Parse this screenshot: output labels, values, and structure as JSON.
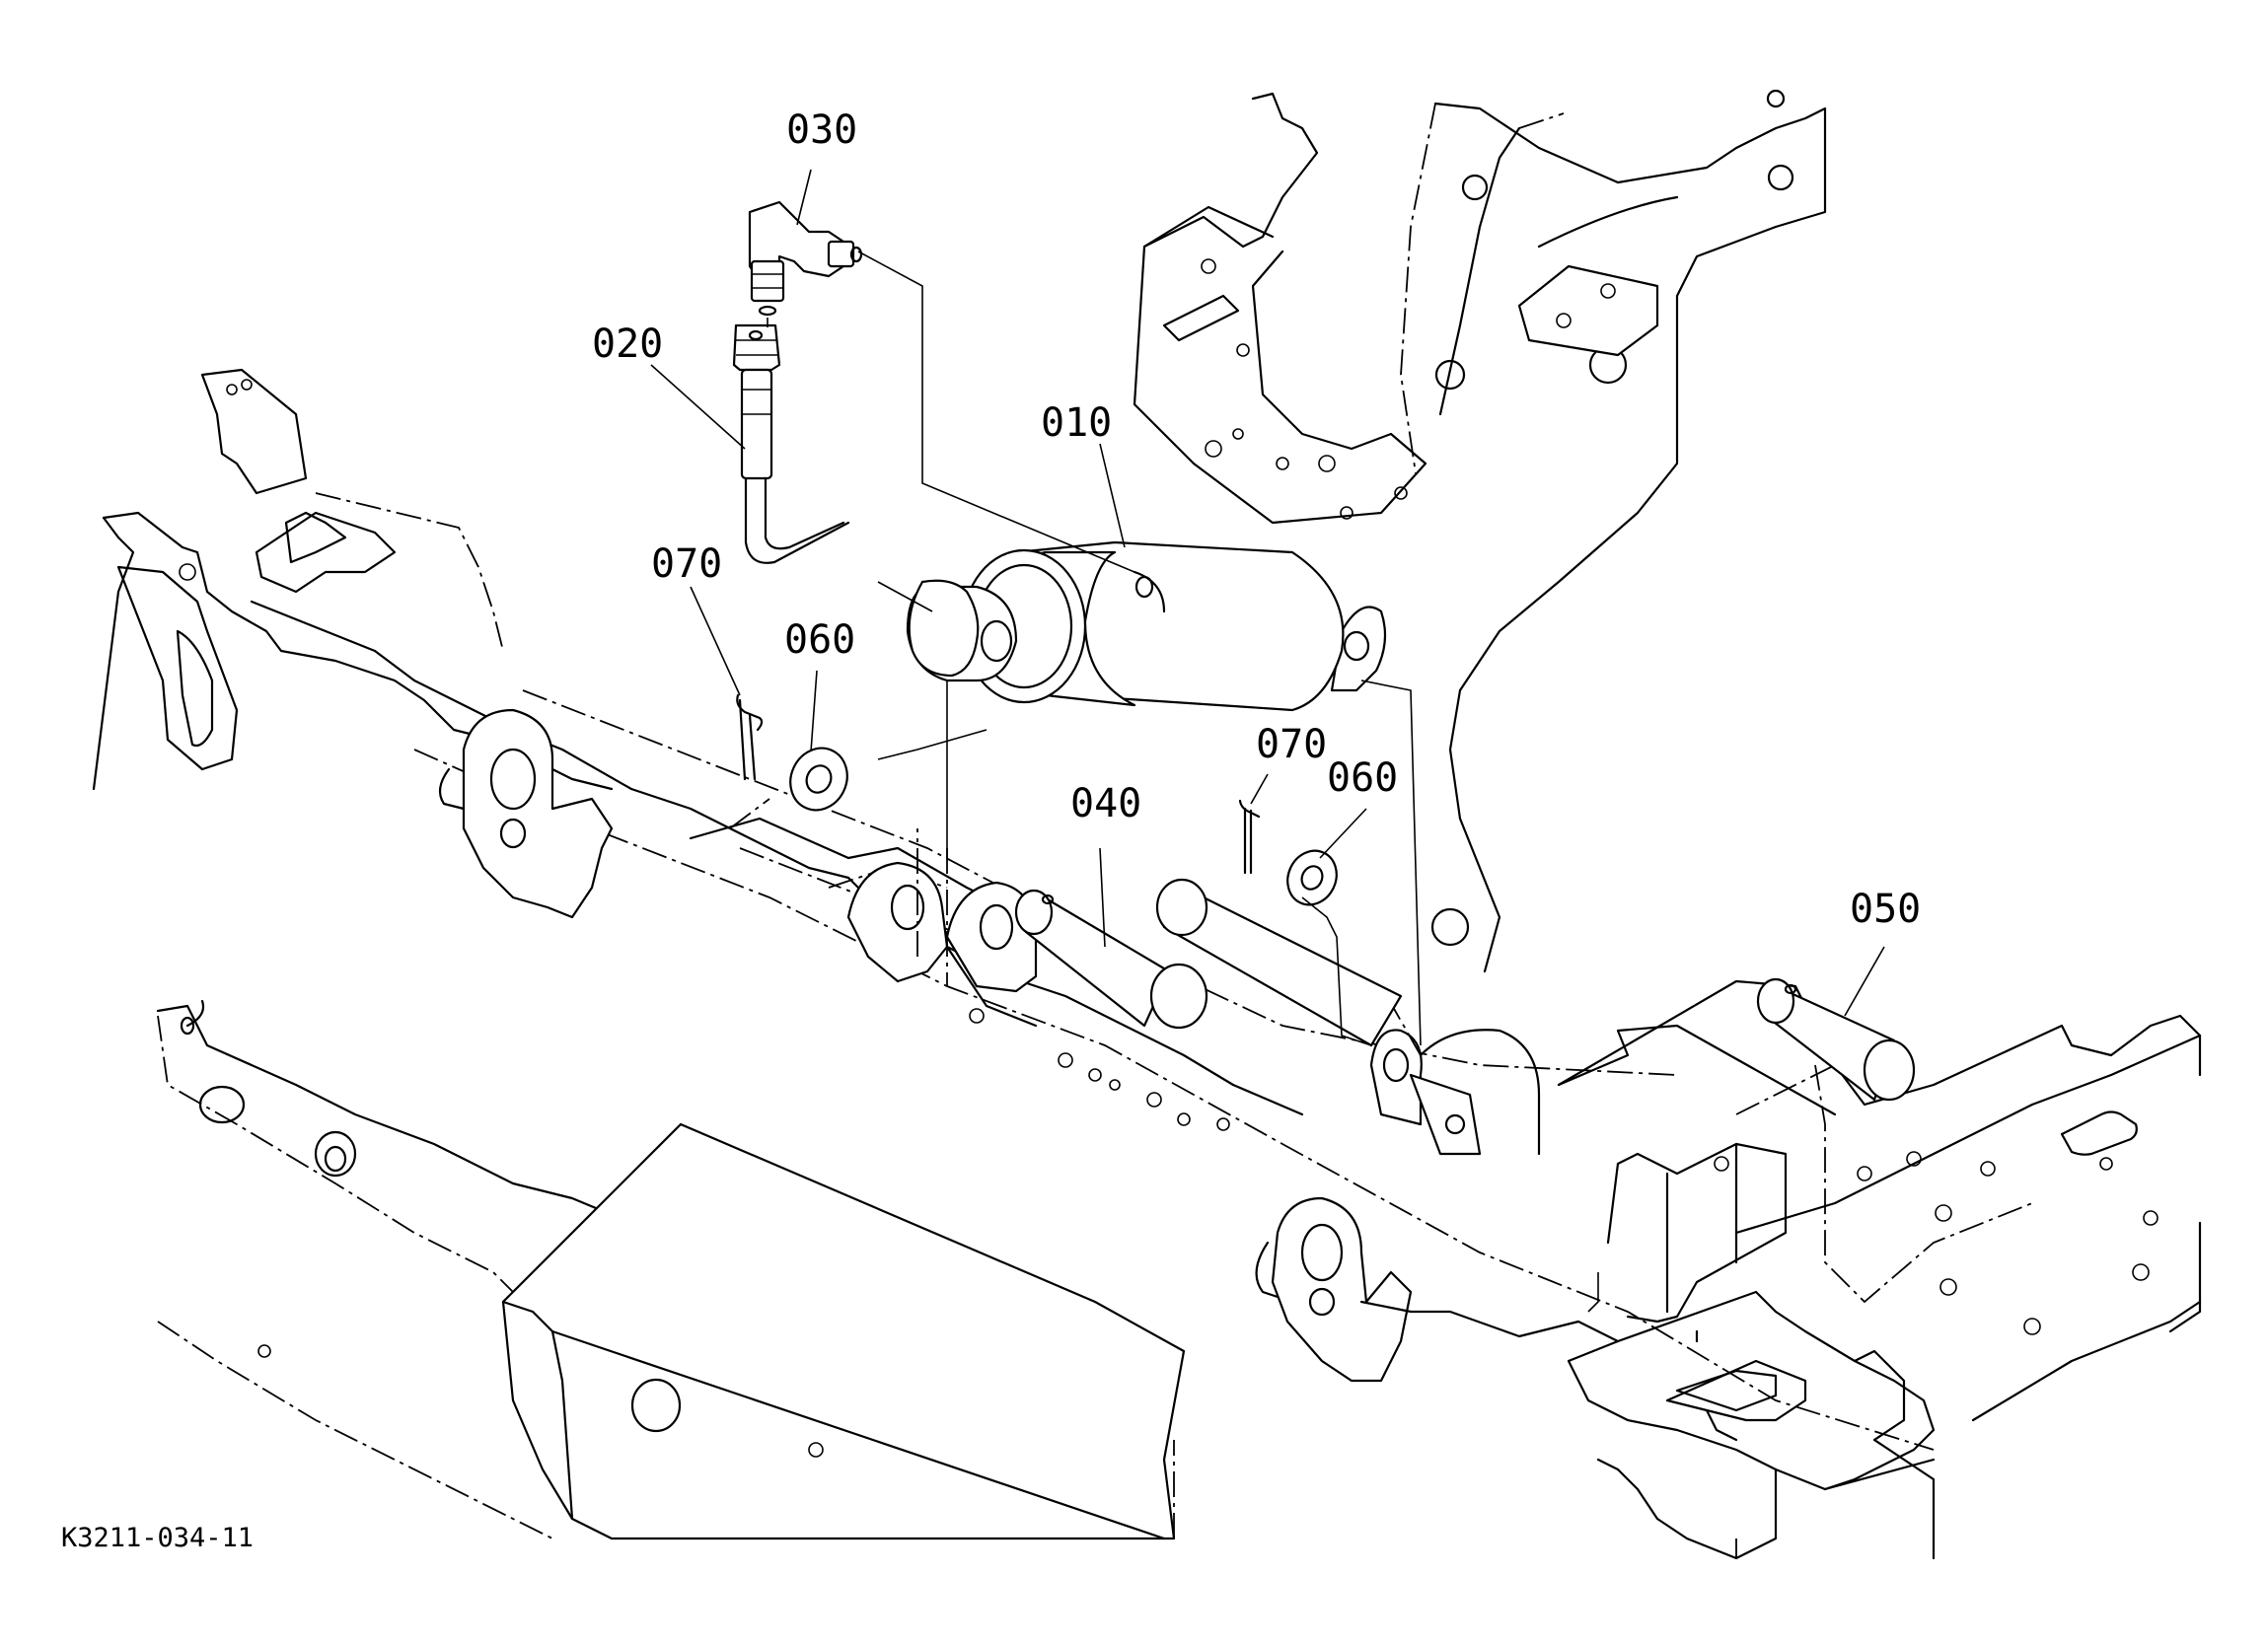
{
  "diagram": {
    "drawing_code": "K3211-034-11",
    "callouts": {
      "c010": "010",
      "c020": "020",
      "c030": "030",
      "c040": "040",
      "c050": "050",
      "c060a": "060",
      "c060b": "060",
      "c070a": "070",
      "c070b": "070"
    }
  }
}
